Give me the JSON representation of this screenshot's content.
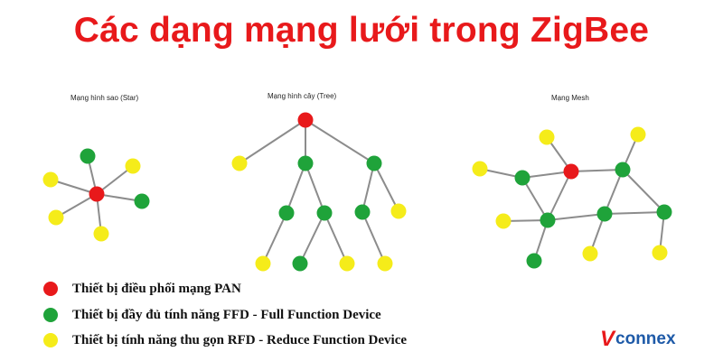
{
  "title": "Các dạng mạng lưới trong ZigBee",
  "subtitles": {
    "star": "Mạng hình sao (Star)",
    "tree": "Mạng hình cây (Tree)",
    "mesh": "Mạng Mesh"
  },
  "colors": {
    "coordinator": "#e8191b",
    "ffd": "#1fa33a",
    "rfd": "#f5ec1a",
    "link": "#8c8c8c"
  },
  "legend": [
    {
      "type": "coordinator",
      "label": "Thiết bị điều phối mạng PAN"
    },
    {
      "type": "ffd",
      "label": "Thiết bị đầy đủ tính năng FFD - Full Function Device"
    },
    {
      "type": "rfd",
      "label": "Thiết bị tính năng thu gọn RFD - Reduce Function Device"
    }
  ],
  "logo": {
    "mark": "V",
    "text": "connex"
  }
}
